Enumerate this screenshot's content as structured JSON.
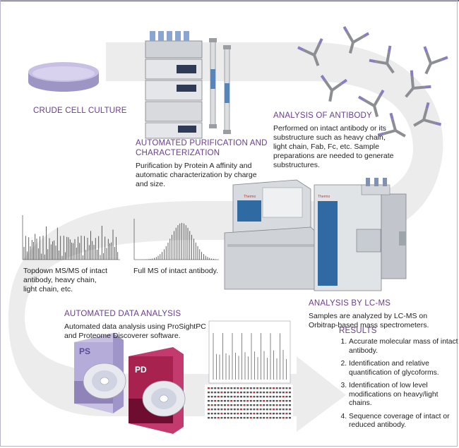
{
  "colors": {
    "heading": "#6b3d8f",
    "flow_arrow": "#ececec",
    "dish": "#bcb4da",
    "ps_box": "#8f83b9",
    "pd_box": "#8a1846",
    "antibody_gray": "#8c8e94",
    "antibody_purple": "#8a7dc0",
    "instrument_blue": "#2f6aa2"
  },
  "crude": {
    "label": "CRUDE CELL CULTURE"
  },
  "purification": {
    "title_line1": "AUTOMATED PURIFICATION AND",
    "title_line2": "CHARACTERIZATION",
    "body_line1": "Purification by Protein A affinity and",
    "body_line2": "automatic characterization by charge",
    "body_line3": "and size."
  },
  "antibody_analysis": {
    "title": "ANALYSIS OF ANTIBODY",
    "body_line1": "Performed on intact antibody or its",
    "body_line2": "substructure such as heavy chain,",
    "body_line3": "light chain, Fab, Fc, etc. Sample",
    "body_line4": "preparations are needed to generate",
    "body_line5": "substructures."
  },
  "lcms": {
    "title": "ANALYSIS BY LC-MS",
    "body_line1": "Samples are analyzed by LC-MS on",
    "body_line2": "Orbitrap-based mass spectrometers.",
    "brand_left": "Thermo",
    "brand_right": "Thermo"
  },
  "topdown": {
    "caption_line1": "Topdown MS/MS of intact",
    "caption_line2": "antibody, heavy chain,",
    "caption_line3": "light chain, etc."
  },
  "fullms": {
    "caption": "Full MS of intact antibody."
  },
  "data_analysis": {
    "title": "AUTOMATED DATA ANALYSIS",
    "body_line1": "Automated data analysis using ProSightPC",
    "body_line2": "and Proteome Discoverer software."
  },
  "software": {
    "ps_label": "PS",
    "pd_label": "PD"
  },
  "results": {
    "title": "RESULTS",
    "items": [
      "Accurate molecular mass of intact antibody.",
      "Identification and relative quantification of glycoforms.",
      "Identification of low level modifications on heavy/light chains.",
      "Sequence coverage of intact or reduced antibody."
    ]
  }
}
